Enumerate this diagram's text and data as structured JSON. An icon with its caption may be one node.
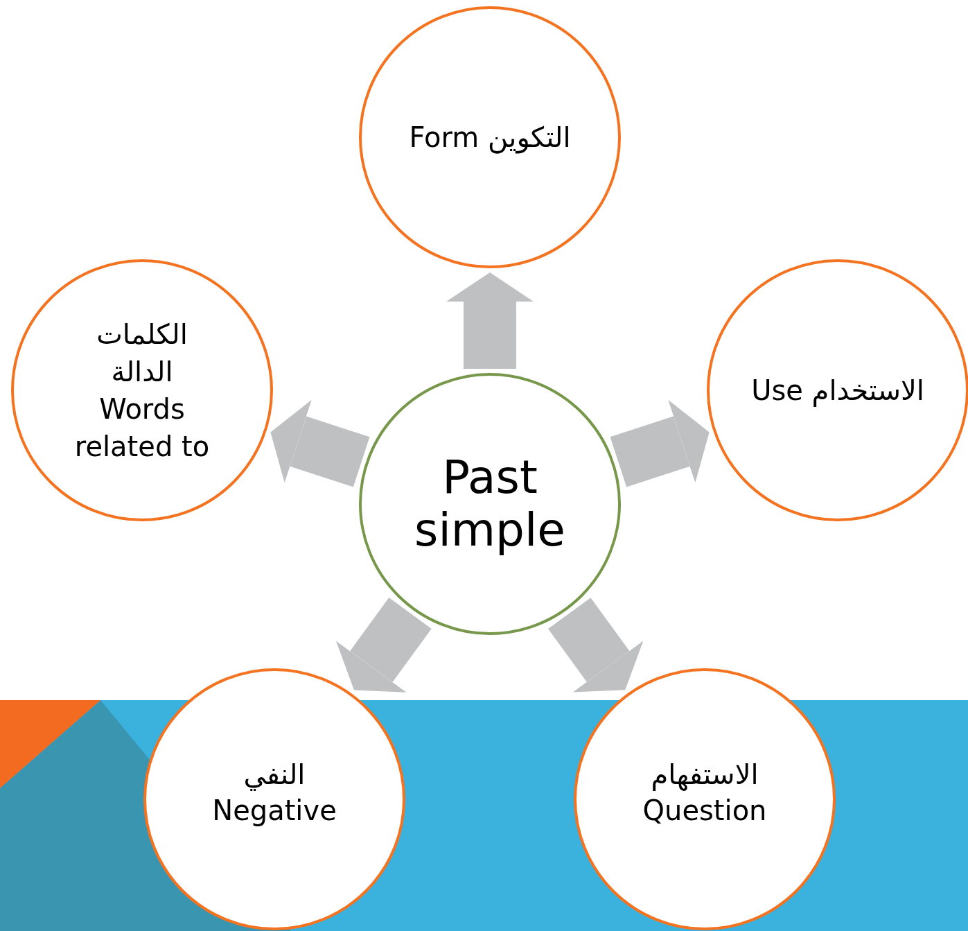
{
  "diagram": {
    "nodes": [
      {
        "text": [
          "Past simple"
        ]
      },
      {
        "text": [
          "Form التكوين"
        ]
      },
      {
        "text": [
          "Use الاستخدام"
        ]
      },
      {
        "text": [
          "الاستفهام Question"
        ]
      },
      {
        "text": [
          "النفي Negative"
        ]
      },
      {
        "text": [
          "الكلمات الدالة Words related to"
        ]
      }
    ],
    "edges": [
      {
        "from": 0,
        "to": 1,
        "arrow": "to"
      },
      {
        "from": 0,
        "to": 2,
        "arrow": "to"
      },
      {
        "from": 0,
        "to": 3,
        "arrow": "to"
      },
      {
        "from": 0,
        "to": 4,
        "arrow": "to"
      },
      {
        "from": 0,
        "to": 5,
        "arrow": "to"
      }
    ]
  }
}
